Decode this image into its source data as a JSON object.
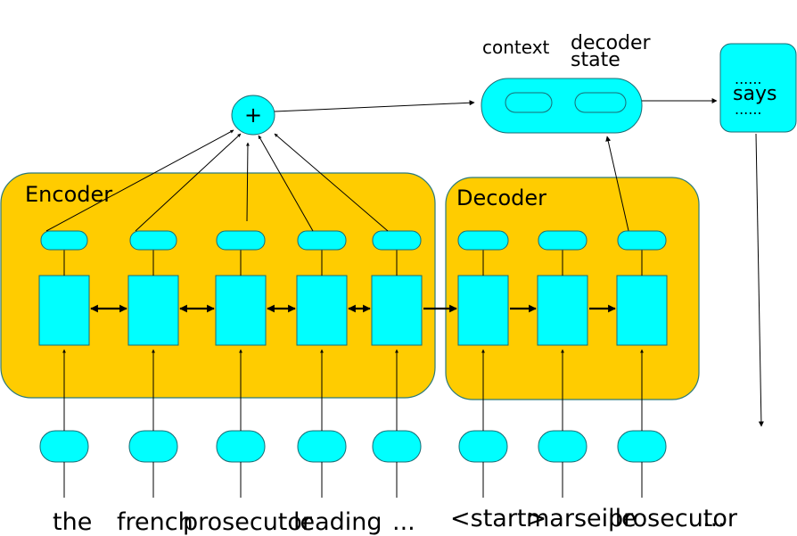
{
  "encoder_label": "Encoder",
  "decoder_label": "Decoder",
  "plus_symbol": "+",
  "context_label": "context",
  "decoder_state_label": [
    "decoder",
    "state"
  ],
  "output_word": "says",
  "output_dots": "......",
  "encoder_words": [
    "the",
    "french",
    "prosecutor",
    "leading",
    "..."
  ],
  "decoder_words": [
    "<start>",
    "marseille",
    "prosecutor",
    "..."
  ],
  "colors": {
    "box": "#ffcc00",
    "node": "#00ffff",
    "border": "#2c7a7a"
  }
}
